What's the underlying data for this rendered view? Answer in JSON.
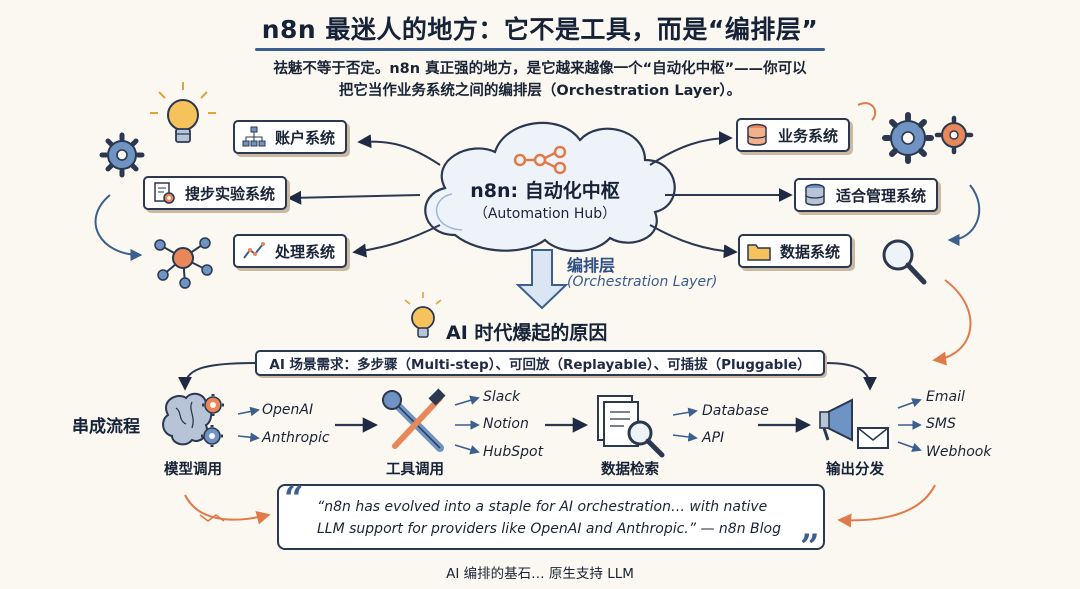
{
  "header": {
    "title": "n8n 最迷人的地方：它不是工具，而是“编排层”",
    "subtitle_line1": "祛魅不等于否定。n8n 真正强的地方，是它越来越像一个“自动化中枢”——你可以",
    "subtitle_line2": "把它当作业务系统之间的编排层（Orchestration Layer）。"
  },
  "hub": {
    "title": "n8n: 自动化中枢",
    "subtitle": "（Automation Hub）"
  },
  "left_systems": [
    {
      "label": "账户系统",
      "icon": "org-chart-icon"
    },
    {
      "label": "搜步实验系统",
      "icon": "document-gear-icon"
    },
    {
      "label": "处理系统",
      "icon": "line-chart-icon"
    }
  ],
  "right_systems": [
    {
      "label": "业务系统",
      "icon": "database-icon"
    },
    {
      "label": "适合管理系统",
      "icon": "database-icon"
    },
    {
      "label": "数据系统",
      "icon": "folder-icon"
    }
  ],
  "orchestration": {
    "label": "编排层",
    "english": "(Orchestration Layer)"
  },
  "ai_section": {
    "title": "AI 时代爆起的原因",
    "scenario": "AI 场景需求：多步骤（Multi-step）、可回放（Replayable）、可插拔（Pluggable）"
  },
  "chain": {
    "label": "串成流程",
    "stages": [
      {
        "label": "模型调用",
        "icon": "brain-gear-icon",
        "outputs": [
          "OpenAI",
          "Anthropic"
        ]
      },
      {
        "label": "工具调用",
        "icon": "wrench-screwdriver-icon",
        "outputs": [
          "Slack",
          "Notion",
          "HubSpot"
        ]
      },
      {
        "label": "数据检索",
        "icon": "document-search-icon",
        "outputs": [
          "Database",
          "API"
        ]
      },
      {
        "label": "输出分发",
        "icon": "megaphone-mail-icon",
        "outputs": [
          "Email",
          "SMS",
          "Webhook"
        ]
      }
    ]
  },
  "quote": {
    "line1": "“n8n has evolved into a staple for AI orchestration… with native",
    "line2": "LLM support for providers like OpenAI and Anthropic.” — n8n Blog"
  },
  "caption": "AI 编排的基石… 原生支持 LLM",
  "colors": {
    "ink": "#1f2a44",
    "accent_blue": "#3b5f8f",
    "accent_orange": "#e07a4a",
    "paper": "#fbf8f1"
  }
}
